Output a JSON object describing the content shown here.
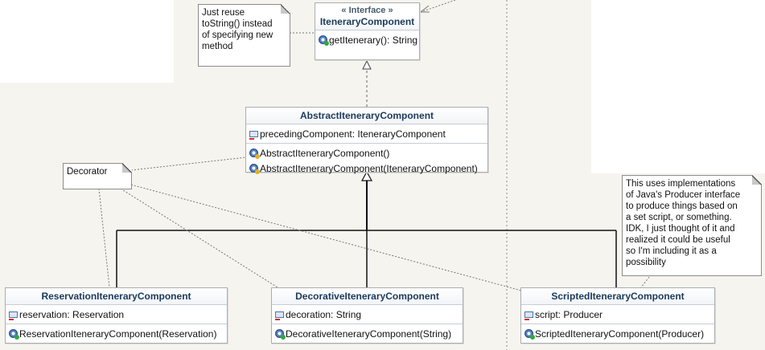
{
  "classes": {
    "interface": {
      "stereotype": "« Interface »",
      "name": "IteneraryComponent",
      "methods": [
        "getItenerary(): String"
      ]
    },
    "abstract": {
      "name": "AbstractIteneraryComponent",
      "fields": [
        "precedingComponent: IteneraryComponent"
      ],
      "methods": [
        "AbstractIteneraryComponent()",
        "AbstractIteneraryComponent(IteneraryComponent)"
      ]
    },
    "reservation": {
      "name": "ReservationIteneraryComponent",
      "fields": [
        "reservation: Reservation"
      ],
      "methods": [
        "ReservationIteneraryComponent(Reservation)"
      ]
    },
    "decorative": {
      "name": "DecorativeIteneraryComponent",
      "fields": [
        "decoration: String"
      ],
      "methods": [
        "DecorativeIteneraryComponent(String)"
      ]
    },
    "scripted": {
      "name": "ScriptedIteneraryComponent",
      "fields": [
        "script: Producer"
      ],
      "methods": [
        "ScriptedIteneraryComponent(Producer)"
      ]
    }
  },
  "notes": {
    "tostring": "Just reuse\ntoString() instead\nof specifying new\nmethod",
    "decorator": "Decorator",
    "producer": "This uses implementations\nof Java's Producer interface\nto produce things based on\na set script, or something.\nIDK, I just thought of it and\nrealized it could be useful\nso I'm including it as a\npossibility"
  },
  "icons": {
    "field": "field-icon",
    "method": "method-icon",
    "abstract_method": "constructor-icon"
  }
}
